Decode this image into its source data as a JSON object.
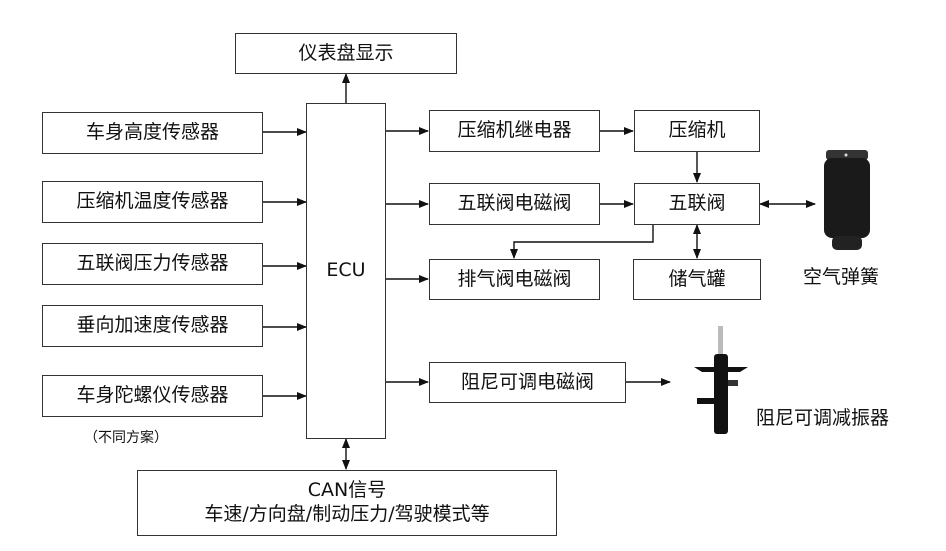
{
  "dashboard": "仪表盘显示",
  "ecu": "ECU",
  "sensors": [
    "车身高度传感器",
    "压缩机温度传感器",
    "五联阀压力传感器",
    "垂向加速度传感器",
    "车身陀螺仪传感器"
  ],
  "sensor_note": "（不同方案）",
  "actuators": {
    "compressor_relay": "压缩机继电器",
    "five_valve_solenoid": "五联阀电磁阀",
    "exhaust_solenoid": "排气阀电磁阀",
    "damping_solenoid": "阻尼可调电磁阀"
  },
  "compressor": "压缩机",
  "five_valve": "五联阀",
  "tank": "储气罐",
  "air_spring": "空气弹簧",
  "damper": "阻尼可调减振器",
  "can": {
    "line1": "CAN信号",
    "line2": "车速/方向盘/制动压力/驾驶模式等"
  }
}
